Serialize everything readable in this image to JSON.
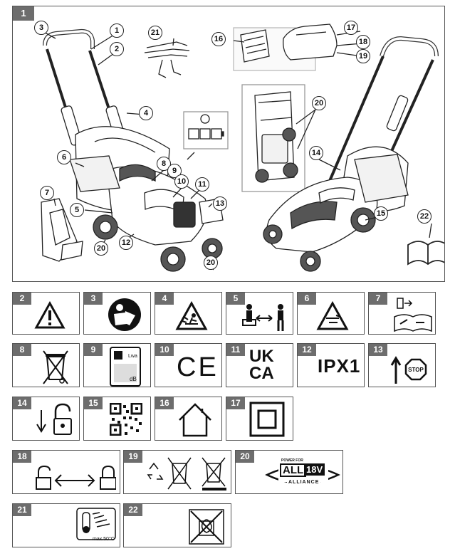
{
  "figure": {
    "panel_number": "1",
    "callouts": [
      "1",
      "2",
      "3",
      "4",
      "5",
      "6",
      "7",
      "8",
      "9",
      "10",
      "11",
      "12",
      "13",
      "14",
      "15",
      "16",
      "17",
      "18",
      "19",
      "20",
      "20",
      "20",
      "21",
      "22"
    ]
  },
  "symbols": [
    {
      "number": "2",
      "icon": "warning-triangle-icon"
    },
    {
      "number": "3",
      "icon": "read-manual-icon"
    },
    {
      "number": "4",
      "icon": "thrown-objects-warning-icon"
    },
    {
      "number": "5",
      "icon": "keep-bystanders-away-icon"
    },
    {
      "number": "6",
      "icon": "sharp-blades-warning-icon"
    },
    {
      "number": "7",
      "icon": "remove-key-before-maintenance-icon"
    },
    {
      "number": "8",
      "icon": "crossed-out-wheelie-bin-icon"
    },
    {
      "number": "9",
      "icon": "sound-power-level-icon"
    },
    {
      "number": "10",
      "icon": "ce-mark-icon",
      "text": "CE"
    },
    {
      "number": "11",
      "icon": "ukca-mark-icon",
      "text_top": "UK",
      "text_bottom": "CA"
    },
    {
      "number": "12",
      "icon": "ipx1-icon",
      "text": "IPX1"
    },
    {
      "number": "13",
      "icon": "stop-arrow-icon",
      "text": "STOP"
    },
    {
      "number": "14",
      "icon": "unlock-arrow-icon"
    },
    {
      "number": "15",
      "icon": "qr-code-icon"
    },
    {
      "number": "16",
      "icon": "indoor-use-house-icon"
    },
    {
      "number": "17",
      "icon": "double-insulation-icon"
    },
    {
      "number": "18",
      "icon": "lock-unlock-icon"
    },
    {
      "number": "19",
      "icon": "recycle-battery-icon"
    },
    {
      "number": "20",
      "icon": "power-for-all-logo-icon",
      "logo_small": "POWER FOR",
      "logo_all": "ALL",
      "logo_volt": "18V",
      "logo_alliance": "ALLIANCE"
    },
    {
      "number": "21",
      "icon": "max-temperature-icon",
      "text": "max.50°C"
    },
    {
      "number": "22",
      "icon": "no-water-fire-icon"
    }
  ]
}
